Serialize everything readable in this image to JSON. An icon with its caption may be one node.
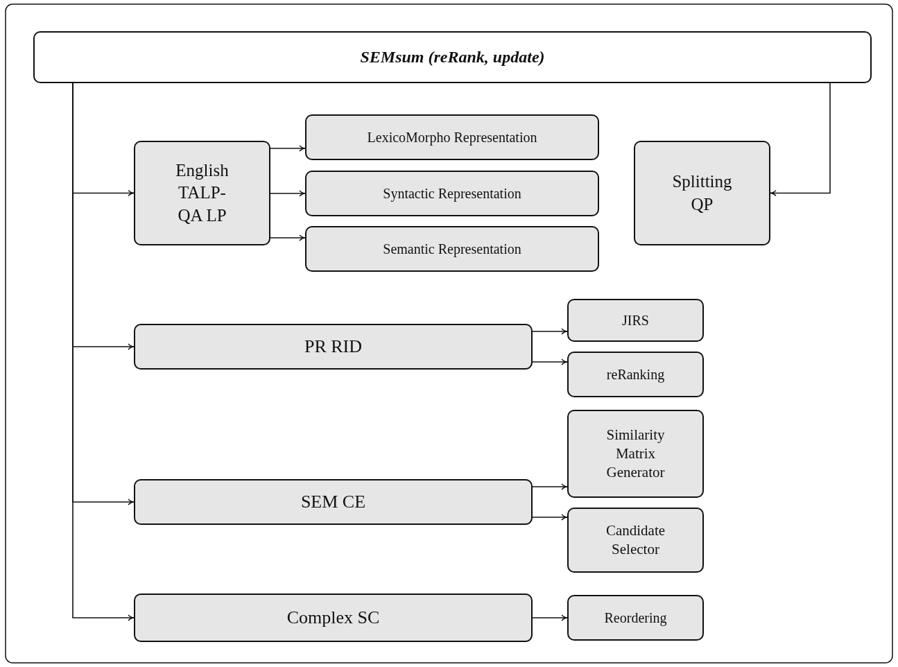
{
  "diagram": {
    "nodes": [
      {
        "text": [
          "SEMsum (reRank, update)"
        ]
      },
      {
        "text": [
          "English TALP-QA LP"
        ]
      },
      {
        "text": [
          "LexicoMorpho Representation"
        ]
      },
      {
        "text": [
          "Syntactic Representation"
        ]
      },
      {
        "text": [
          "Semantic Representation"
        ]
      },
      {
        "text": [
          "Splitting QP"
        ]
      },
      {
        "text": [
          "PR RID"
        ]
      },
      {
        "text": [
          "JIRS"
        ]
      },
      {
        "text": [
          "reRanking"
        ]
      },
      {
        "text": [
          "SEM CE"
        ]
      },
      {
        "text": [
          "Similarity Matrix Generator"
        ]
      },
      {
        "text": [
          "Candidate Selector"
        ]
      },
      {
        "text": [
          "Complex SC"
        ]
      },
      {
        "text": [
          "Reordering"
        ]
      }
    ],
    "edges": [
      {
        "from": 0,
        "to": 1,
        "arrow": "to"
      },
      {
        "from": 0,
        "to": 6,
        "arrow": "to"
      },
      {
        "from": 0,
        "to": 9,
        "arrow": "to"
      },
      {
        "from": 0,
        "to": 12,
        "arrow": "to"
      },
      {
        "from": 0,
        "to": 5,
        "arrow": "to"
      },
      {
        "from": 1,
        "to": 2,
        "arrow": "to"
      },
      {
        "from": 1,
        "to": 3,
        "arrow": "to"
      },
      {
        "from": 1,
        "to": 4,
        "arrow": "to"
      },
      {
        "from": 6,
        "to": 7,
        "arrow": "to"
      },
      {
        "from": 6,
        "to": 8,
        "arrow": "to"
      },
      {
        "from": 9,
        "to": 10,
        "arrow": "to"
      },
      {
        "from": 9,
        "to": 11,
        "arrow": "to"
      },
      {
        "from": 12,
        "to": 13,
        "arrow": "to"
      }
    ]
  }
}
